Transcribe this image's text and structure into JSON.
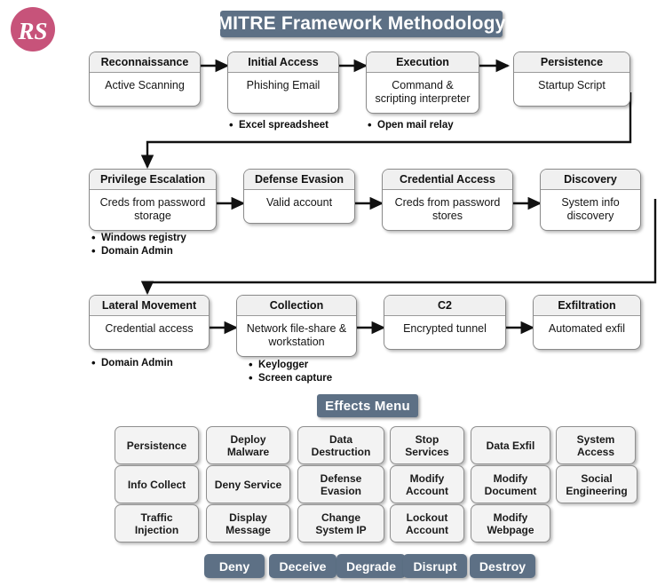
{
  "logo": {
    "text": "RS",
    "color": "#c7537a"
  },
  "title": {
    "text": "MITRE Framework Methodology",
    "color": "#5d7085"
  },
  "flow": {
    "rows": [
      {
        "nodes": [
          {
            "header": "Reconnaissance",
            "body": "Active Scanning",
            "bullets": []
          },
          {
            "header": "Initial Access",
            "body": "Phishing Email",
            "bullets": [
              "Excel spreadsheet"
            ]
          },
          {
            "header": "Execution",
            "body": "Command & scripting interpreter",
            "bullets": [
              "Open mail relay"
            ]
          },
          {
            "header": "Persistence",
            "body": "Startup Script",
            "bullets": []
          }
        ]
      },
      {
        "nodes": [
          {
            "header": "Privilege Escalation",
            "body": "Creds from password storage",
            "bullets": [
              "Windows registry",
              "Domain Admin"
            ]
          },
          {
            "header": "Defense Evasion",
            "body": "Valid account",
            "bullets": []
          },
          {
            "header": "Credential Access",
            "body": "Creds from password stores",
            "bullets": []
          },
          {
            "header": "Discovery",
            "body": "System info discovery",
            "bullets": []
          }
        ]
      },
      {
        "nodes": [
          {
            "header": "Lateral Movement",
            "body": "Credential access",
            "bullets": [
              "Domain Admin"
            ]
          },
          {
            "header": "Collection",
            "body": "Network file-share & workstation",
            "bullets": [
              "Keylogger",
              "Screen capture"
            ]
          },
          {
            "header": "C2",
            "body": "Encrypted tunnel",
            "bullets": []
          },
          {
            "header": "Exfiltration",
            "body": "Automated exfil",
            "bullets": []
          }
        ]
      }
    ]
  },
  "effects_menu": {
    "title": "Effects Menu",
    "rows": [
      [
        "Persistence",
        "Deploy Malware",
        "Data Destruction",
        "Stop Services",
        "Data Exfil",
        "System Access"
      ],
      [
        "Info Collect",
        "Deny Service",
        "Defense Evasion",
        "Modify Account",
        "Modify Document",
        "Social Engineering"
      ],
      [
        "Traffic Injection",
        "Display Message",
        "Change System IP",
        "Lockout Account",
        "Modify Webpage"
      ]
    ]
  },
  "effect_buttons": {
    "items": [
      "Deny",
      "Deceive",
      "Degrade",
      "Disrupt",
      "Destroy"
    ],
    "color": "#5d7085"
  }
}
